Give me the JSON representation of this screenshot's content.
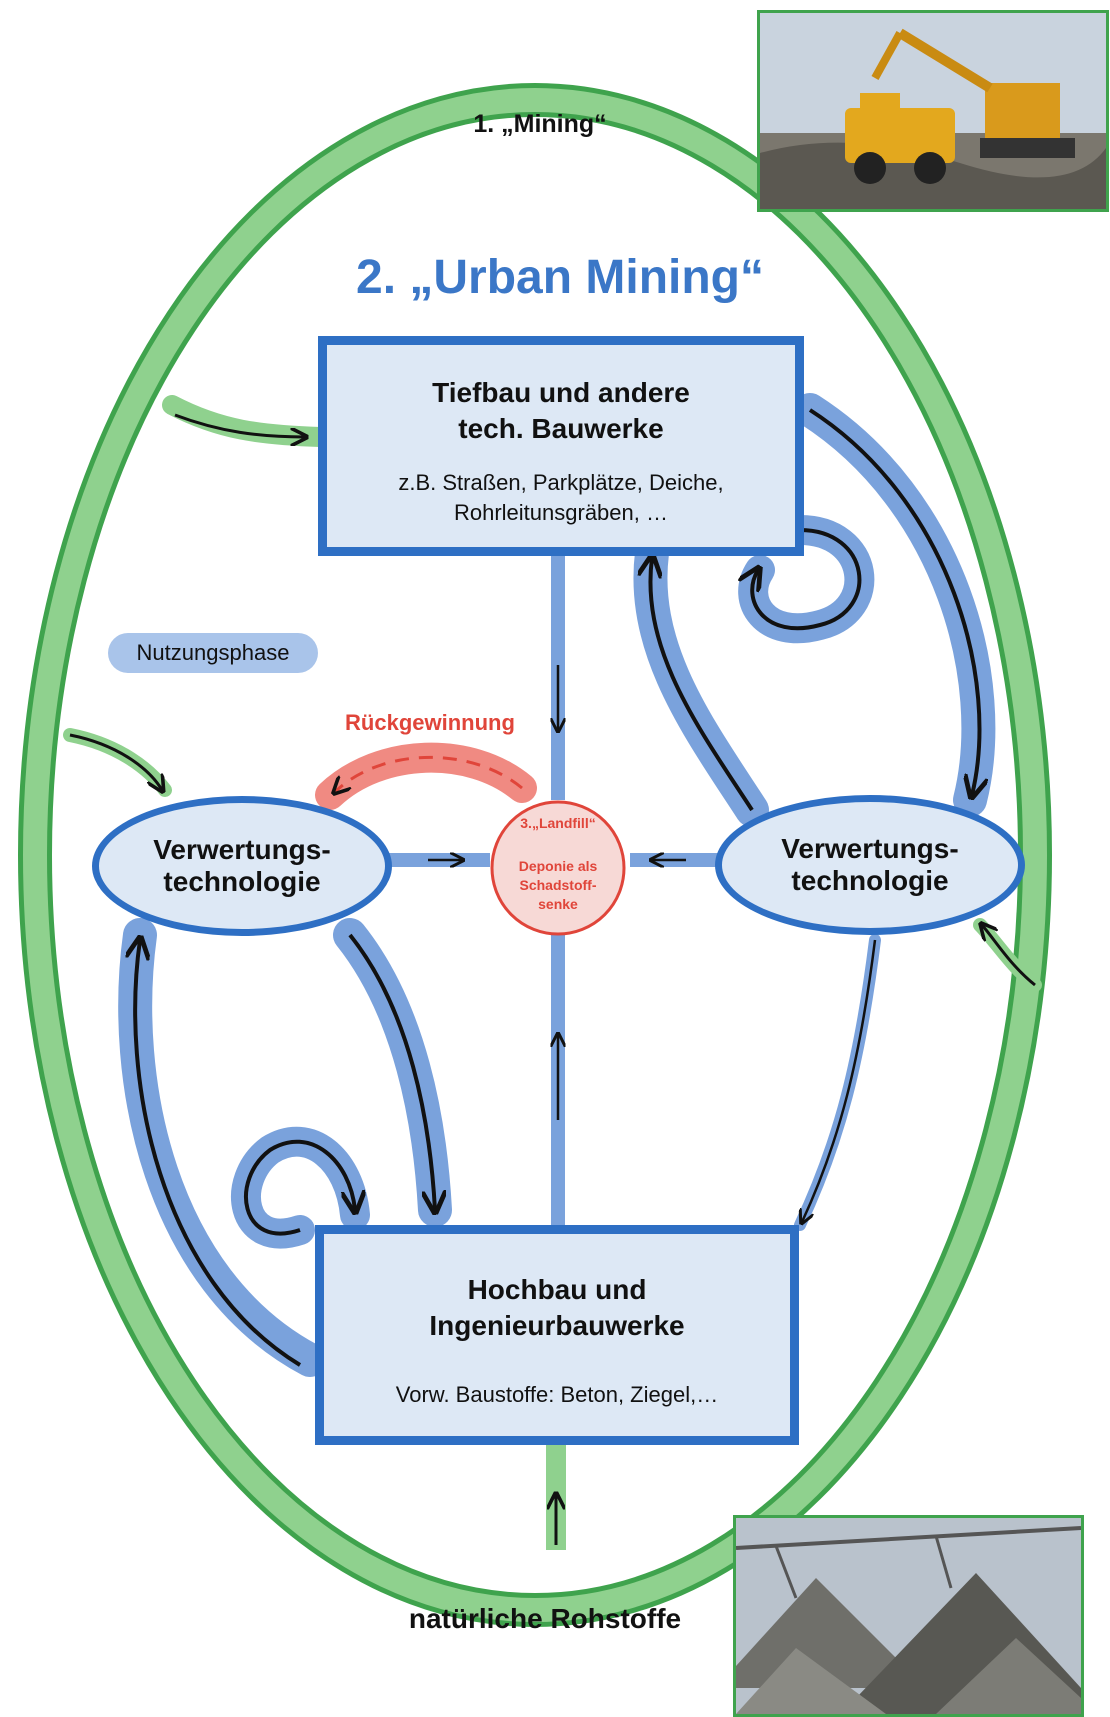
{
  "outer_ring": {
    "label": "1. „Mining“"
  },
  "urban_title": "2. „Urban Mining“",
  "node_top": {
    "title_line1": "Tiefbau und andere",
    "title_line2": "tech. Bauwerke",
    "sub_line1": "z.B. Straßen, Parkplätze, Deiche,",
    "sub_line2": "Rohrleitunsgräben, …"
  },
  "node_bottom": {
    "title_line1": "Hochbau und",
    "title_line2": "Ingenieurbauwerke",
    "sub": "Vorw. Baustoffe: Beton, Ziegel,…"
  },
  "node_left": {
    "line1": "Verwertungs-",
    "line2": "technologie"
  },
  "node_right": {
    "line1": "Verwertungs-",
    "line2": "technologie"
  },
  "landfill": {
    "title": "3.„Landfill“",
    "line1": "Deponie als",
    "line2": "Schadstoff-",
    "line3": "senke"
  },
  "legend_usage": "Nutzungsphase",
  "recovery_label": "Rückgewinnung",
  "raw_materials": "natürliche Rohstoffe",
  "colors": {
    "ring_green": "#3fa34d",
    "ring_fill": "#8fd18e",
    "node_blue": "#2e6fc4",
    "node_fill": "#dde8f5",
    "flow_blue": "#7aa2dc",
    "landfill_red": "#e0453a",
    "title_blue": "#3b77c7"
  }
}
